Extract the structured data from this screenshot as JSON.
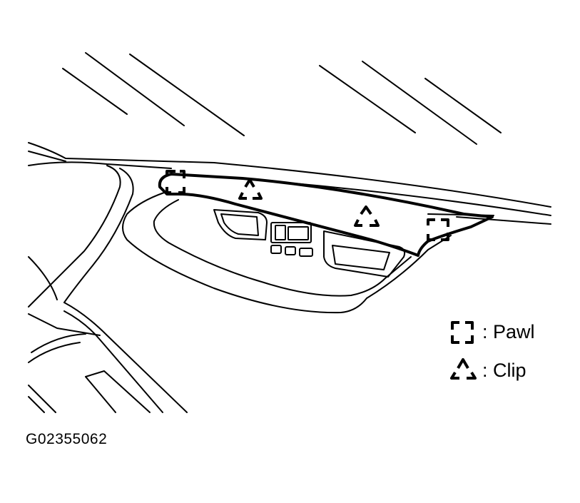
{
  "diagram": {
    "line_color": "#000000",
    "background_color": "#ffffff",
    "legend": [
      {
        "symbol": "pawl-symbol",
        "text": ": Pawl"
      },
      {
        "symbol": "clip-symbol",
        "text": ": Clip"
      }
    ],
    "figure_id": "G02355062"
  }
}
